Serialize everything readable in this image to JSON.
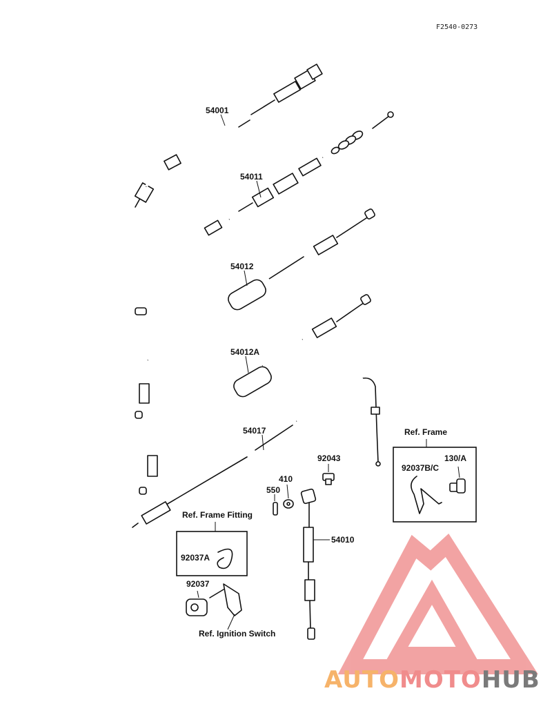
{
  "diagram": {
    "drawing_code": "F2540-0273",
    "parts": {
      "p54001": "54001",
      "p54011": "54011",
      "p54012": "54012",
      "p54012A": "54012A",
      "p54017": "54017",
      "p54010": "54010",
      "p92043": "92043",
      "p410": "410",
      "p550": "550",
      "p92037": "92037",
      "p92037A": "92037A",
      "p92037BC": "92037B/C",
      "p130A": "130/A"
    },
    "refs": {
      "frame": "Ref. Frame",
      "frame_fitting": "Ref. Frame Fitting",
      "ignition_switch": "Ref. Ignition Switch"
    }
  },
  "watermark": {
    "text_auto": "AUTO",
    "text_moto": "MOTO",
    "text_hub": "HUB",
    "colors": {
      "auto": "#f6b36a",
      "moto": "#f08c8c",
      "hub": "#7a7a7a",
      "logo": "#f09494"
    }
  }
}
